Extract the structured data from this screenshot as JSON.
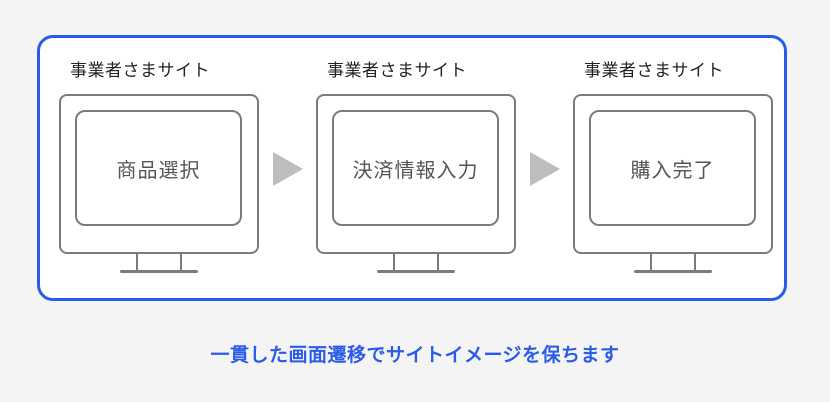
{
  "steps": [
    {
      "label": "事業者さまサイト",
      "screen_text": "商品選択"
    },
    {
      "label": "事業者さまサイト",
      "screen_text": "決済情報入力"
    },
    {
      "label": "事業者さまサイト",
      "screen_text": "購入完了"
    }
  ],
  "caption": "一貫した画面遷移でサイトイメージを保ちます",
  "colors": {
    "accent": "#2a5be8",
    "monitor_outline": "#7b7b7b",
    "arrow": "#bdbdbd"
  }
}
